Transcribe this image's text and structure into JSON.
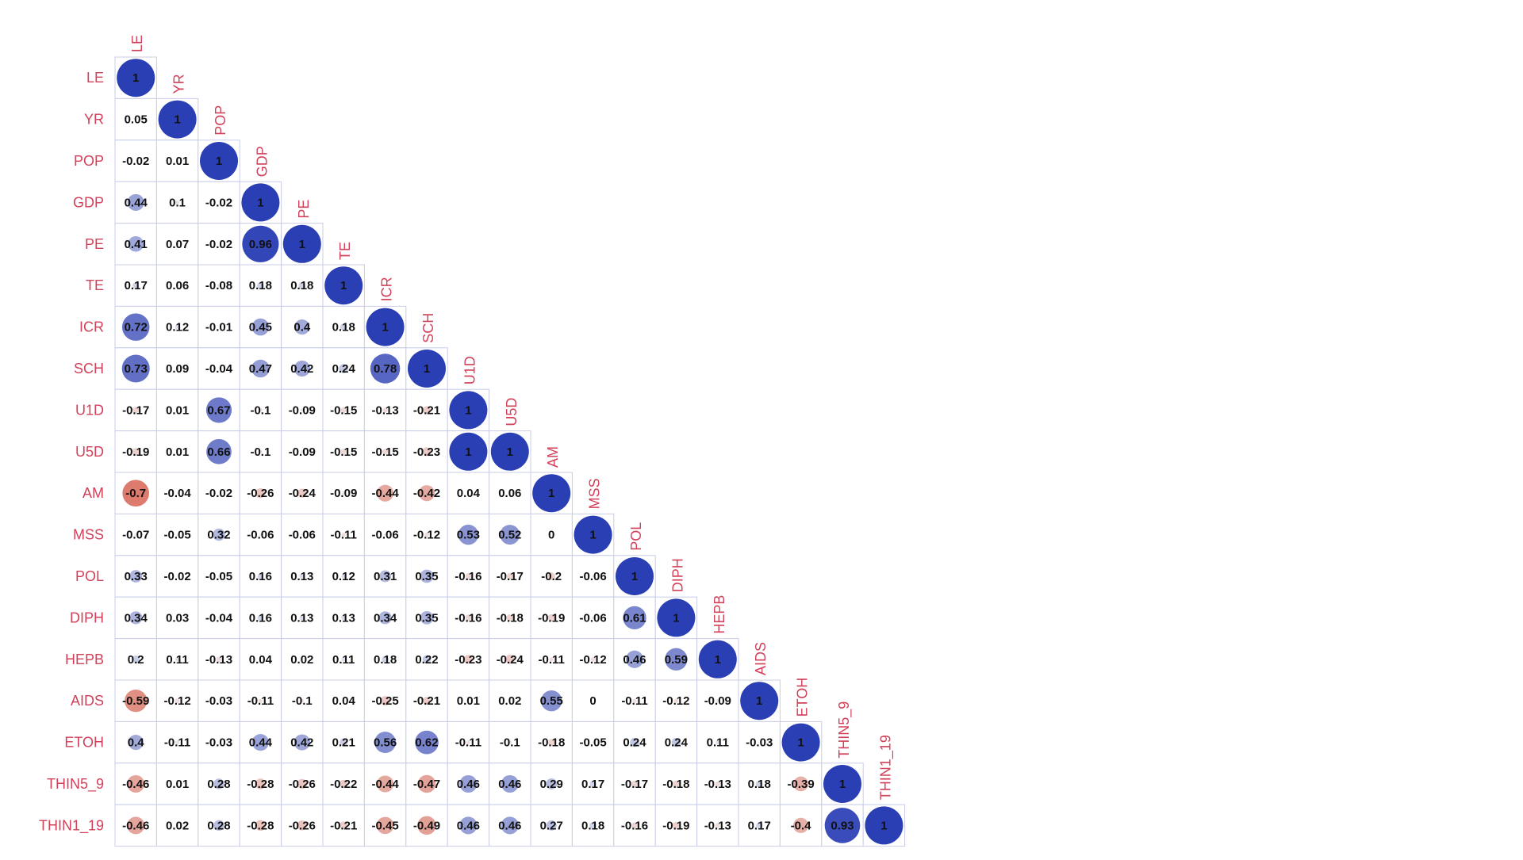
{
  "chart_data": {
    "type": "heatmap",
    "subtype": "correlation-matrix-lower-triangle",
    "marker": "circle",
    "variables": [
      "LE",
      "YR",
      "POP",
      "GDP",
      "PE",
      "TE",
      "ICR",
      "SCH",
      "U1D",
      "U5D",
      "AM",
      "MSS",
      "POL",
      "DIPH",
      "HEPB",
      "AIDS",
      "ETOH",
      "THIN5_9",
      "THIN1_19"
    ],
    "matrix": [
      [
        "1"
      ],
      [
        "0.05",
        "1"
      ],
      [
        "-0.02",
        "0.01",
        "1"
      ],
      [
        "0.44",
        "0.1",
        "-0.02",
        "1"
      ],
      [
        "0.41",
        "0.07",
        "-0.02",
        "0.96",
        "1"
      ],
      [
        "0.17",
        "0.06",
        "-0.08",
        "0.18",
        "0.18",
        "1"
      ],
      [
        "0.72",
        "0.12",
        "-0.01",
        "0.45",
        "0.4",
        "0.18",
        "1"
      ],
      [
        "0.73",
        "0.09",
        "-0.04",
        "0.47",
        "0.42",
        "0.24",
        "0.78",
        "1"
      ],
      [
        "-0.17",
        "0.01",
        "0.67",
        "-0.1",
        "-0.09",
        "-0.15",
        "-0.13",
        "-0.21",
        "1"
      ],
      [
        "-0.19",
        "0.01",
        "0.66",
        "-0.1",
        "-0.09",
        "-0.15",
        "-0.15",
        "-0.23",
        "1",
        "1"
      ],
      [
        "-0.7",
        "-0.04",
        "-0.02",
        "-0.26",
        "-0.24",
        "-0.09",
        "-0.44",
        "-0.42",
        "0.04",
        "0.06",
        "1"
      ],
      [
        "-0.07",
        "-0.05",
        "0.32",
        "-0.06",
        "-0.06",
        "-0.11",
        "-0.06",
        "-0.12",
        "0.53",
        "0.52",
        "0",
        "1"
      ],
      [
        "0.33",
        "-0.02",
        "-0.05",
        "0.16",
        "0.13",
        "0.12",
        "0.31",
        "0.35",
        "-0.16",
        "-0.17",
        "-0.2",
        "-0.06",
        "1"
      ],
      [
        "0.34",
        "0.03",
        "-0.04",
        "0.16",
        "0.13",
        "0.13",
        "0.34",
        "0.35",
        "-0.16",
        "-0.18",
        "-0.19",
        "-0.06",
        "0.61",
        "1"
      ],
      [
        "0.2",
        "0.11",
        "-0.13",
        "0.04",
        "0.02",
        "0.11",
        "0.18",
        "0.22",
        "-0.23",
        "-0.24",
        "-0.11",
        "-0.12",
        "0.46",
        "0.59",
        "1"
      ],
      [
        "-0.59",
        "-0.12",
        "-0.03",
        "-0.11",
        "-0.1",
        "0.04",
        "-0.25",
        "-0.21",
        "0.01",
        "0.02",
        "0.55",
        "0",
        "-0.11",
        "-0.12",
        "-0.09",
        "1"
      ],
      [
        "0.4",
        "-0.11",
        "-0.03",
        "0.44",
        "0.42",
        "0.21",
        "0.56",
        "0.62",
        "-0.11",
        "-0.1",
        "-0.18",
        "-0.05",
        "0.24",
        "0.24",
        "0.11",
        "-0.03",
        "1"
      ],
      [
        "-0.46",
        "0.01",
        "0.28",
        "-0.28",
        "-0.26",
        "-0.22",
        "-0.44",
        "-0.47",
        "0.46",
        "0.46",
        "0.29",
        "0.17",
        "-0.17",
        "-0.18",
        "-0.13",
        "0.18",
        "-0.39",
        "1"
      ],
      [
        "-0.46",
        "0.02",
        "0.28",
        "-0.28",
        "-0.26",
        "-0.21",
        "-0.45",
        "-0.49",
        "0.46",
        "0.46",
        "0.27",
        "0.18",
        "-0.16",
        "-0.19",
        "-0.13",
        "0.17",
        "-0.4",
        "0.93",
        "1"
      ]
    ],
    "value_range": [
      -1,
      1
    ],
    "legend": "none",
    "colors": {
      "positive": "#2b3fb5",
      "neutral": "#f2f2f2",
      "negative": "#d44a36",
      "label": "#d2415a",
      "grid": "#c9cce6",
      "value_text": "#111111"
    }
  }
}
